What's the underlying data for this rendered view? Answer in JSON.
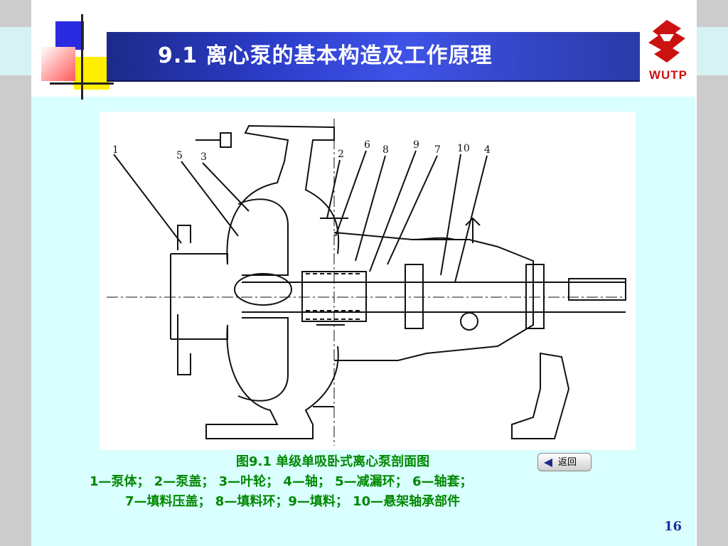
{
  "slide": {
    "title": "9.1  离心泵的基本构造及工作原理",
    "logo_text": "WUTP",
    "page_number": "16"
  },
  "figure": {
    "caption": "图9.1  单级单吸卧式离心泵剖面图",
    "back_button": "返回",
    "part_numbers": [
      "1",
      "5",
      "3",
      "2",
      "6",
      "8",
      "9",
      "7",
      "10",
      "4"
    ]
  },
  "legend": {
    "line1": "1—泵体； 2—泵盖； 3—叶轮； 4—轴； 5—减漏环； 6—轴套；",
    "line2": "7—填料压盖； 8—填料环；9—填料； 10—悬架轴承部件"
  },
  "colors": {
    "title_bar": "#2b3cc8",
    "content_bg": "#d9ffff",
    "caption_text": "#008800",
    "page_number": "#1a2fa0",
    "logo": "#cc1111"
  }
}
